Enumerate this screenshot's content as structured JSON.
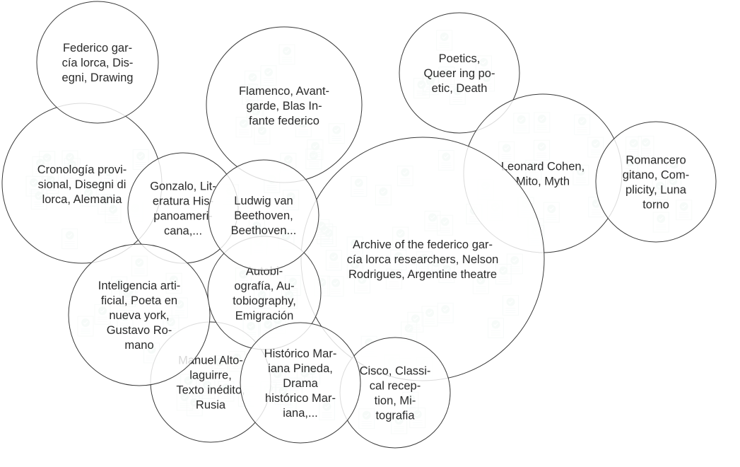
{
  "bubbles": [
    {
      "id": "lorca-drawing",
      "lines": [
        "Federico gar-",
        "cía lorca, Dis-",
        "egni, Drawing"
      ]
    },
    {
      "id": "cronologia",
      "lines": [
        "Cronología provi-",
        "sional, Disegni di",
        "lorca, Alemania"
      ]
    },
    {
      "id": "flamenco",
      "lines": [
        "Flamenco, Avant-",
        "garde, Blas In-",
        "fante federico"
      ]
    },
    {
      "id": "poetics",
      "lines": [
        "Poetics,",
        "Queer ing po-",
        "etic, Death"
      ]
    },
    {
      "id": "leonard-cohen",
      "lines": [
        "Leonard Cohen,",
        "Mito, Myth"
      ]
    },
    {
      "id": "romancero",
      "lines": [
        "Romancero",
        "gitano, Com-",
        "plicity, Luna",
        "torno"
      ]
    },
    {
      "id": "gonzalo",
      "lines": [
        "Gonzalo, Lit-",
        "eratura His-",
        "panoameri-",
        "cana,..."
      ]
    },
    {
      "id": "beethoven",
      "lines": [
        "Ludwig van",
        "Beethoven,",
        "Beethoven..."
      ]
    },
    {
      "id": "archive",
      "lines": [
        "Archive of the federico gar-",
        "cía lorca researchers, Nelson",
        "Rodrigues, Argentine theatre"
      ]
    },
    {
      "id": "autobiografia",
      "lines": [
        "Autobi-",
        "ografía, Au-",
        "tobiography,",
        "Emigración"
      ]
    },
    {
      "id": "inteligencia",
      "lines": [
        "Inteligencia arti-",
        "ficial, Poeta en",
        "nueva york,",
        "Gustavo Ro-",
        "mano"
      ]
    },
    {
      "id": "manuel-alto",
      "lines": [
        "Manuel Alto-",
        "laguirre,",
        "Texto inédito,",
        "Rusia"
      ]
    },
    {
      "id": "historico",
      "lines": [
        "Histórico Mar-",
        "iana Pineda,",
        "Drama",
        "histórico Mar-",
        "iana,..."
      ]
    },
    {
      "id": "cisco",
      "lines": [
        "Cisco, Classi-",
        "cal recep-",
        "tion, Mi-",
        "tografia"
      ]
    }
  ]
}
